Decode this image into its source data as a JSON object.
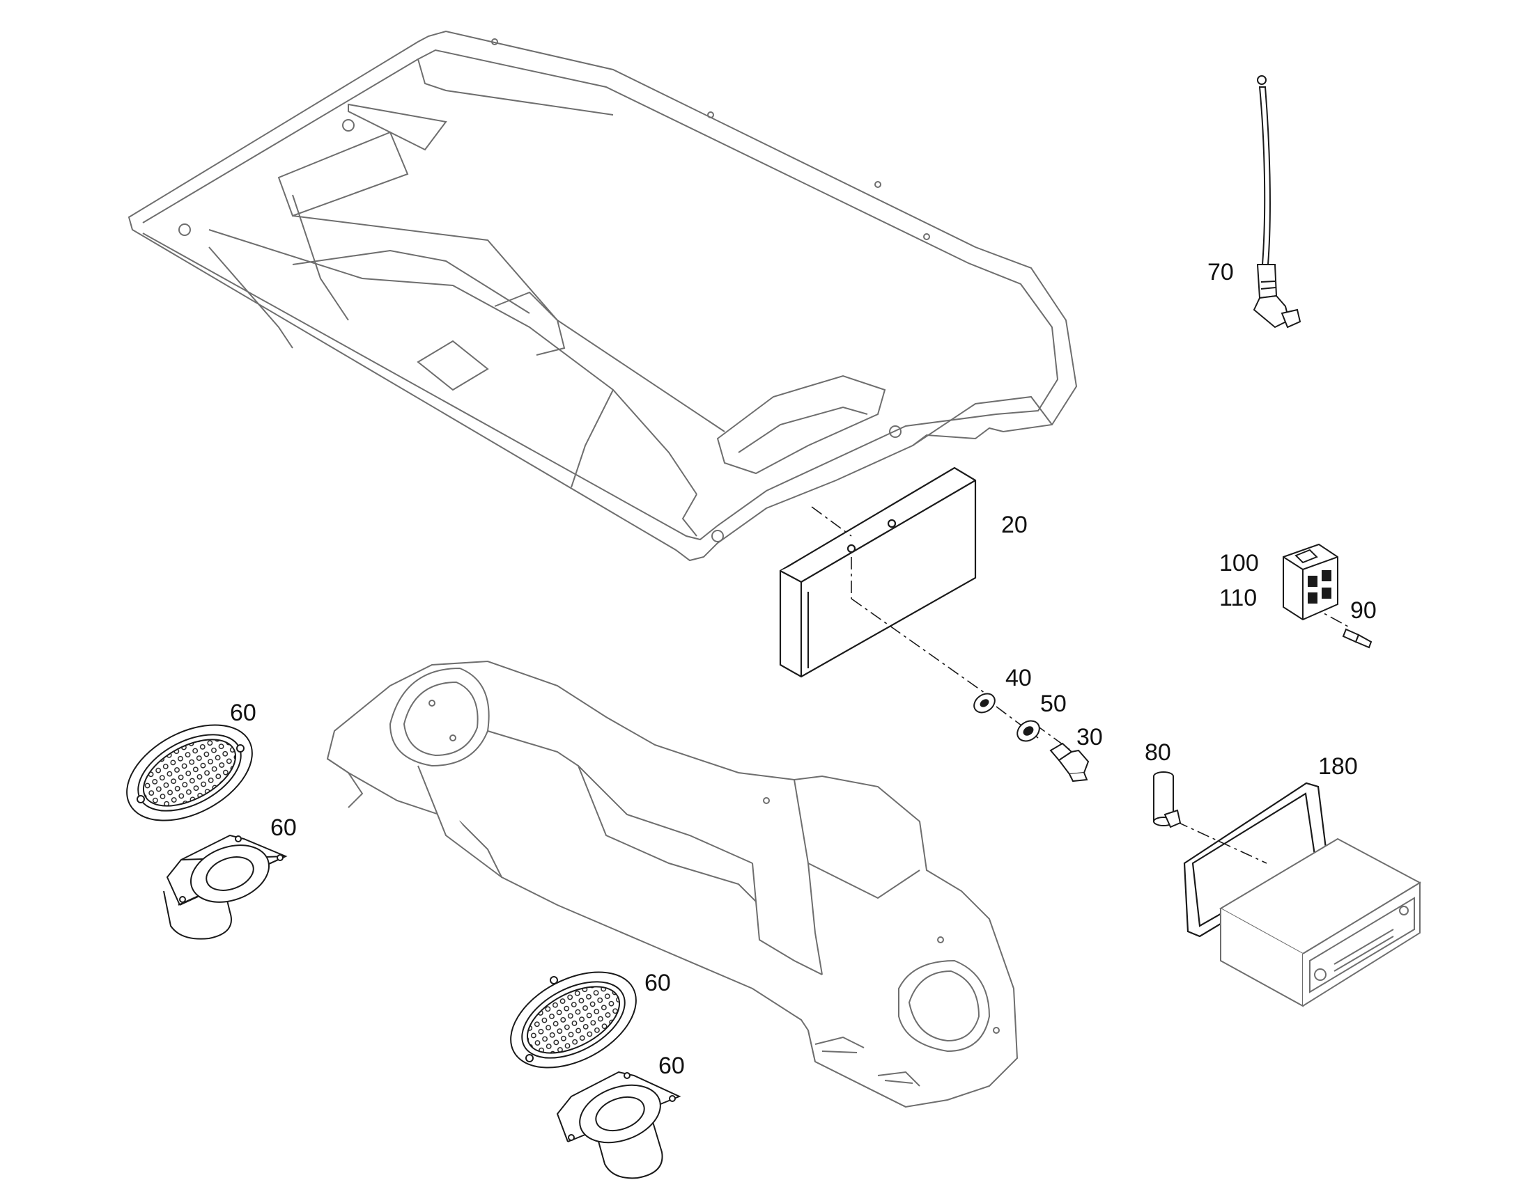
{
  "labels": {
    "p70": "70",
    "p20": "20",
    "p100": "100",
    "p110": "110",
    "p90": "90",
    "p40": "40",
    "p50": "50",
    "p30": "30",
    "p80": "80",
    "p180": "180",
    "p60a": "60",
    "p60b": "60",
    "p60c": "60",
    "p60d": "60"
  },
  "colors": {
    "line": "#1a1a1a",
    "light_line": "#6e6e6e",
    "background": "#ffffff"
  }
}
